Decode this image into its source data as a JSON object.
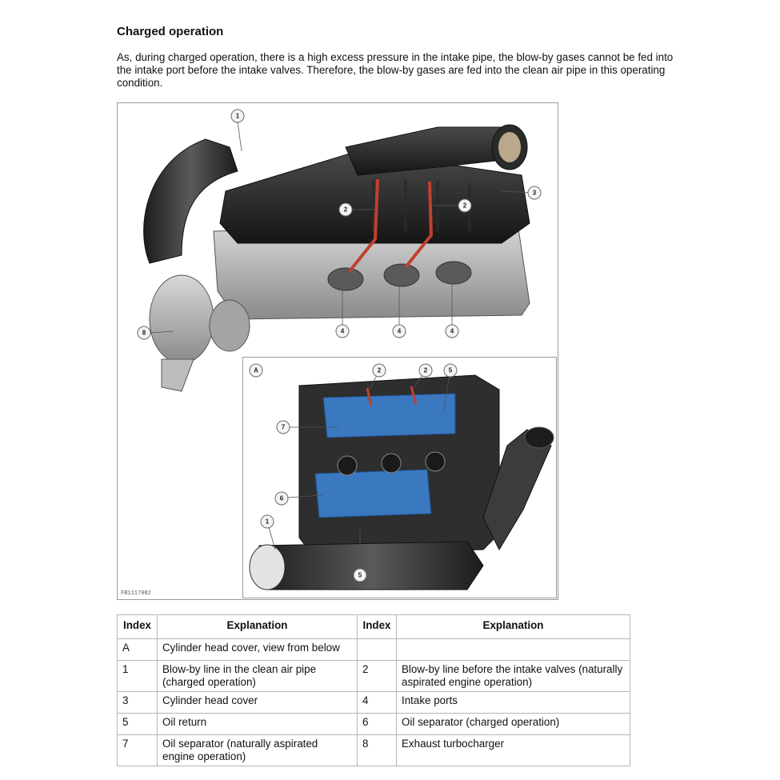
{
  "section": {
    "heading": "Charged operation",
    "paragraph": "As, during charged operation, there is a high excess pressure in the intake pipe, the blow-by gases cannot be fed into the intake port before the intake valves. Therefore, the blow-by gases are fed into the clean air pipe in this operating condition."
  },
  "figure": {
    "code": "FB1117082",
    "main_callouts": [
      "1",
      "2",
      "2",
      "3",
      "4",
      "4",
      "4",
      "8"
    ],
    "inset_callouts": [
      "A",
      "2",
      "2",
      "5",
      "7",
      "6",
      "1",
      "5"
    ]
  },
  "table": {
    "headers": [
      "Index",
      "Explanation",
      "Index",
      "Explanation"
    ],
    "rows": [
      [
        "A",
        "Cylinder head cover, view from below",
        "",
        ""
      ],
      [
        "1",
        "Blow-by line in the clean air pipe (charged operation)",
        "2",
        "Blow-by line before the intake valves (naturally aspirated engine operation)"
      ],
      [
        "3",
        "Cylinder head cover",
        "4",
        "Intake ports"
      ],
      [
        "5",
        "Oil return",
        "6",
        "Oil separator (charged operation)"
      ],
      [
        "7",
        "Oil separator (naturally aspirated engine operation)",
        "8",
        "Exhaust turbocharger"
      ]
    ]
  }
}
